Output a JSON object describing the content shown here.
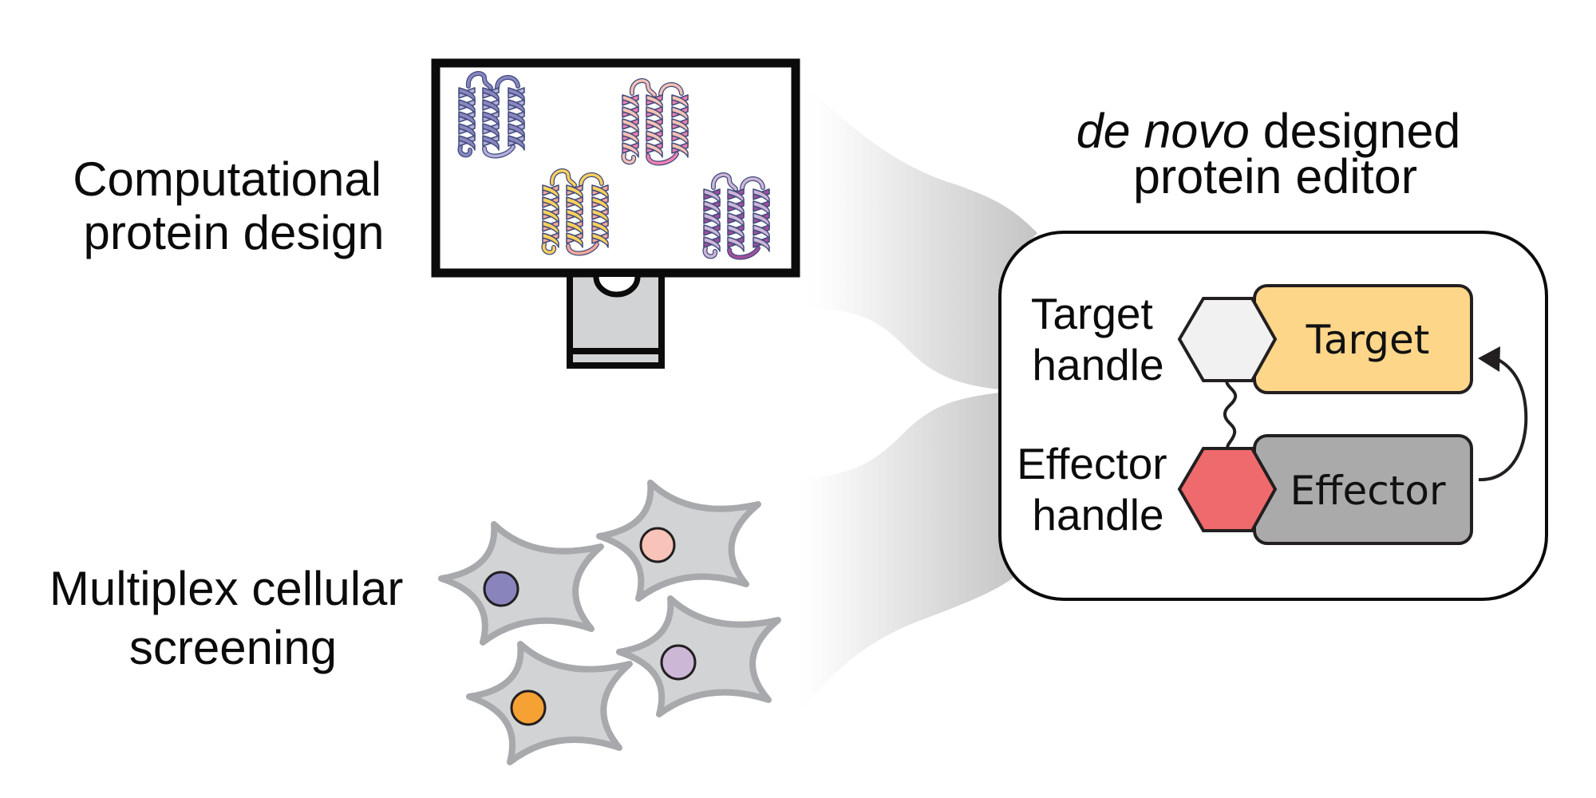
{
  "figure": {
    "left_labels": {
      "computational_design": [
        "Computational",
        "protein design"
      ],
      "cellular_screening": [
        "Multiplex cellular",
        "screening"
      ]
    },
    "editor_title": {
      "italic_part": "de novo",
      "line1_rest": " designed",
      "line2": "protein editor"
    },
    "editor": {
      "target_handle_label": [
        "Target",
        "handle"
      ],
      "effector_handle_label": [
        "Effector",
        "handle"
      ],
      "target_block": "Target",
      "effector_block": "Effector"
    },
    "icons": {
      "monitor": "computer-monitor-icon",
      "proteins": [
        "three-helix-bundle-purple",
        "three-helix-bundle-pink",
        "three-helix-bundle-yellow",
        "three-helix-bundle-lilac"
      ],
      "cells": [
        "cell-purple-nucleus",
        "cell-peach-nucleus",
        "cell-orange-nucleus",
        "cell-lilac-nucleus"
      ],
      "handles": [
        "target-handle-hexagon",
        "effector-handle-hexagon"
      ],
      "linker": "flexible-linker-squiggle",
      "arrow": "curved-arrow-effector-to-target"
    },
    "colors": {
      "protein_purple": {
        "main": "#8A86C0",
        "light": "#B4AFDB",
        "outline": "#3E4A7B"
      },
      "protein_pink": {
        "main": "#F8C1B3",
        "light": "#EE7FB0",
        "outline": "#3E4A7B"
      },
      "protein_yellow": {
        "main": "#FDD15C",
        "light": "#F4A89A",
        "outline": "#3E4A7B"
      },
      "protein_lilac": {
        "main": "#CEB6D8",
        "light": "#A24F9B",
        "outline": "#3E4A7B"
      },
      "cell_fill": "#D1D3D4",
      "cell_stroke": "#A7A9AC",
      "nuclei": [
        "#8A84BD",
        "#F8C3B8",
        "#F5A133",
        "#CDB7D6"
      ],
      "target_block": "#FED68A",
      "effector_block": "#A9AAA9",
      "target_handle": "#F1F1F2",
      "effector_handle": "#EF6A6C",
      "stand": "#D1D3D4",
      "funnel_start": "#FFFFFF",
      "funnel_end": "#C4C4C4"
    }
  }
}
